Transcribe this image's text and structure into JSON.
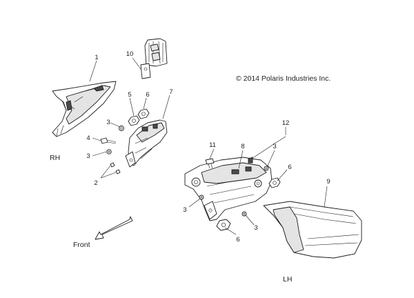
{
  "copyright": "© 2014 Polaris Industries Inc.",
  "side_labels": {
    "right_hand": "RH",
    "left_hand": "LH"
  },
  "direction_label": "Front",
  "callouts": [
    {
      "id": "c1",
      "text": "1"
    },
    {
      "id": "c2",
      "text": "2"
    },
    {
      "id": "c3a",
      "text": "3"
    },
    {
      "id": "c3b",
      "text": "3"
    },
    {
      "id": "c3c",
      "text": "3"
    },
    {
      "id": "c3d",
      "text": "3"
    },
    {
      "id": "c3e",
      "text": "3"
    },
    {
      "id": "c4",
      "text": "4"
    },
    {
      "id": "c5",
      "text": "5"
    },
    {
      "id": "c6a",
      "text": "6"
    },
    {
      "id": "c6b",
      "text": "6"
    },
    {
      "id": "c6c",
      "text": "6"
    },
    {
      "id": "c7",
      "text": "7"
    },
    {
      "id": "c8",
      "text": "8"
    },
    {
      "id": "c9",
      "text": "9"
    },
    {
      "id": "c10",
      "text": "10"
    },
    {
      "id": "c11",
      "text": "11"
    },
    {
      "id": "c12",
      "text": "12"
    }
  ]
}
